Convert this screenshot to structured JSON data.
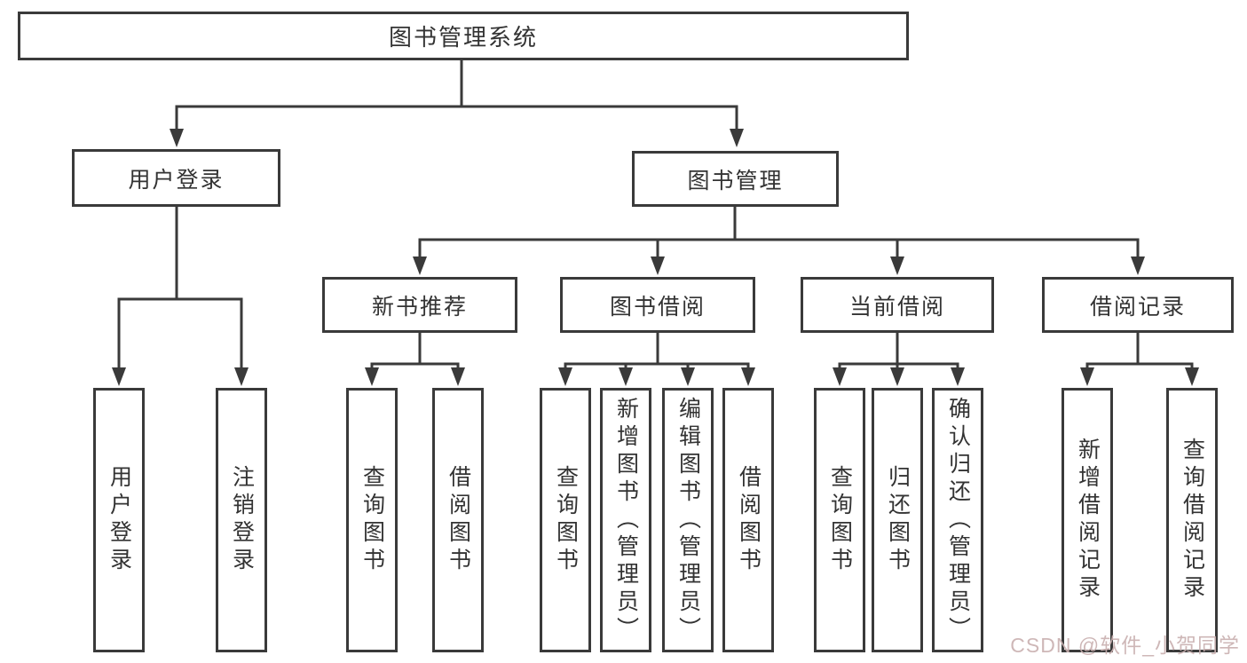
{
  "tree": {
    "label": "图书管理系统",
    "children": [
      {
        "label": "用户登录",
        "children": [
          {
            "label": "用户登录"
          },
          {
            "label": "注销登录"
          }
        ]
      },
      {
        "label": "图书管理",
        "children": [
          {
            "label": "新书推荐",
            "children": [
              {
                "label": "查询图书"
              },
              {
                "label": "借阅图书"
              }
            ]
          },
          {
            "label": "图书借阅",
            "children": [
              {
                "label": "查询图书"
              },
              {
                "label": "新增图书（管理员）"
              },
              {
                "label": "编辑图书（管理员）"
              },
              {
                "label": "借阅图书"
              }
            ]
          },
          {
            "label": "当前借阅",
            "children": [
              {
                "label": "查询图书"
              },
              {
                "label": "归还图书"
              },
              {
                "label": "确认归还（管理员）"
              }
            ]
          },
          {
            "label": "借阅记录",
            "children": [
              {
                "label": "新增借阅记录"
              },
              {
                "label": "查询借阅记录"
              }
            ]
          }
        ]
      }
    ]
  },
  "watermark": {
    "text": "CSDN @软件_小贺同学"
  },
  "colors": {
    "line": "#3a3a3a",
    "text": "#333333",
    "canvas": "#ffffff",
    "watermark": "#c9b0b0"
  }
}
